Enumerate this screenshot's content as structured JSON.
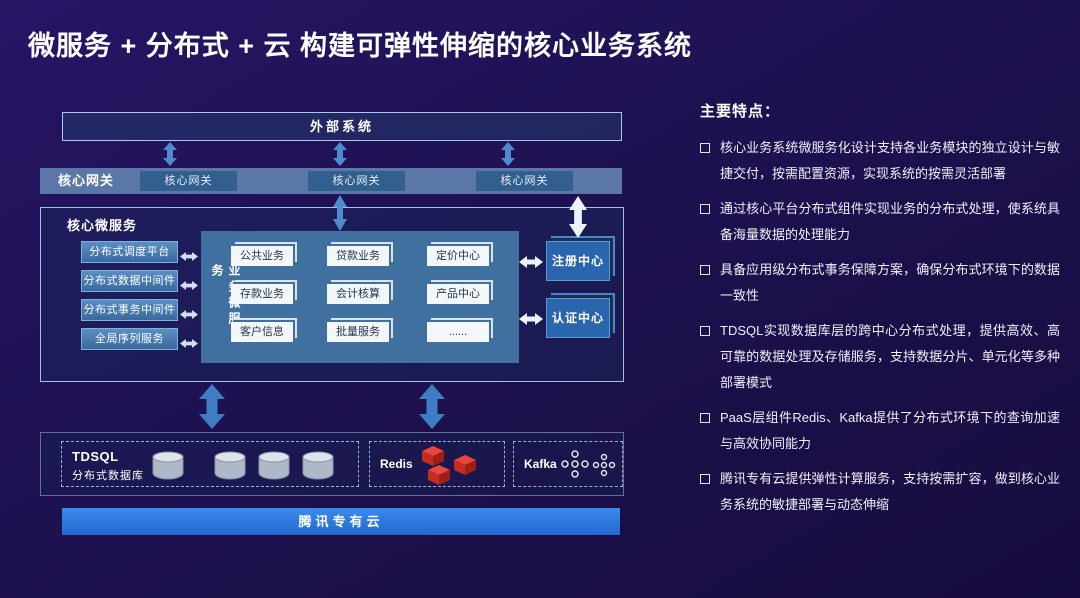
{
  "title": "微服务 + 分布式 + 云 构建可弹性伸缩的核心业务系统",
  "diagram": {
    "external_system": "外部系统",
    "gateway_label": "核心网关",
    "gateways": [
      "核心网关",
      "核心网关",
      "核心网关"
    ],
    "core_label": "核心微服务",
    "middlewares": [
      "分布式调度平台",
      "分布式数据中间件",
      "分布式事务中间件",
      "全局序列服务"
    ],
    "business_label": "业务微服务",
    "services": [
      "公共业务",
      "贷款业务",
      "定价中心",
      "存款业务",
      "会计核算",
      "产品中心",
      "客户信息",
      "批量服务",
      "......"
    ],
    "registry_center": "注册中心",
    "auth_center": "认证中心",
    "tdsql_name": "TDSQL",
    "tdsql_desc": "分布式数据库",
    "redis_label": "Redis",
    "kafka_label": "Kafka",
    "cloud_bar": "腾讯专有云"
  },
  "features": {
    "heading": "主要特点：",
    "items": [
      "核心业务系统微服务化设计支持各业务模块的独立设计与敏捷交付，按需配置资源，实现系统的按需灵活部署",
      "通过核心平台分布式组件实现业务的分布式处理，使系统具备海量数据的处理能力",
      "具备应用级分布式事务保障方案，确保分布式环境下的数据一致性",
      "TDSQL实现数据库层的跨中心分布式处理，提供高效、高可靠的数据处理及存储服务，支持数据分片、单元化等多种部署模式",
      "PaaS层组件Redis、Kafka提供了分布式环境下的查询加速与高效协同能力",
      "腾讯专有云提供弹性计算服务，支持按需扩容，做到核心业务系统的敏捷部署与动态伸缩"
    ]
  },
  "colors": {
    "background": "#1e1150",
    "accent_blue": "#2e7cd6",
    "panel_blue": "#3f70a0",
    "arrow_blue": "#4e8ace",
    "redis_red": "#d7281d"
  }
}
